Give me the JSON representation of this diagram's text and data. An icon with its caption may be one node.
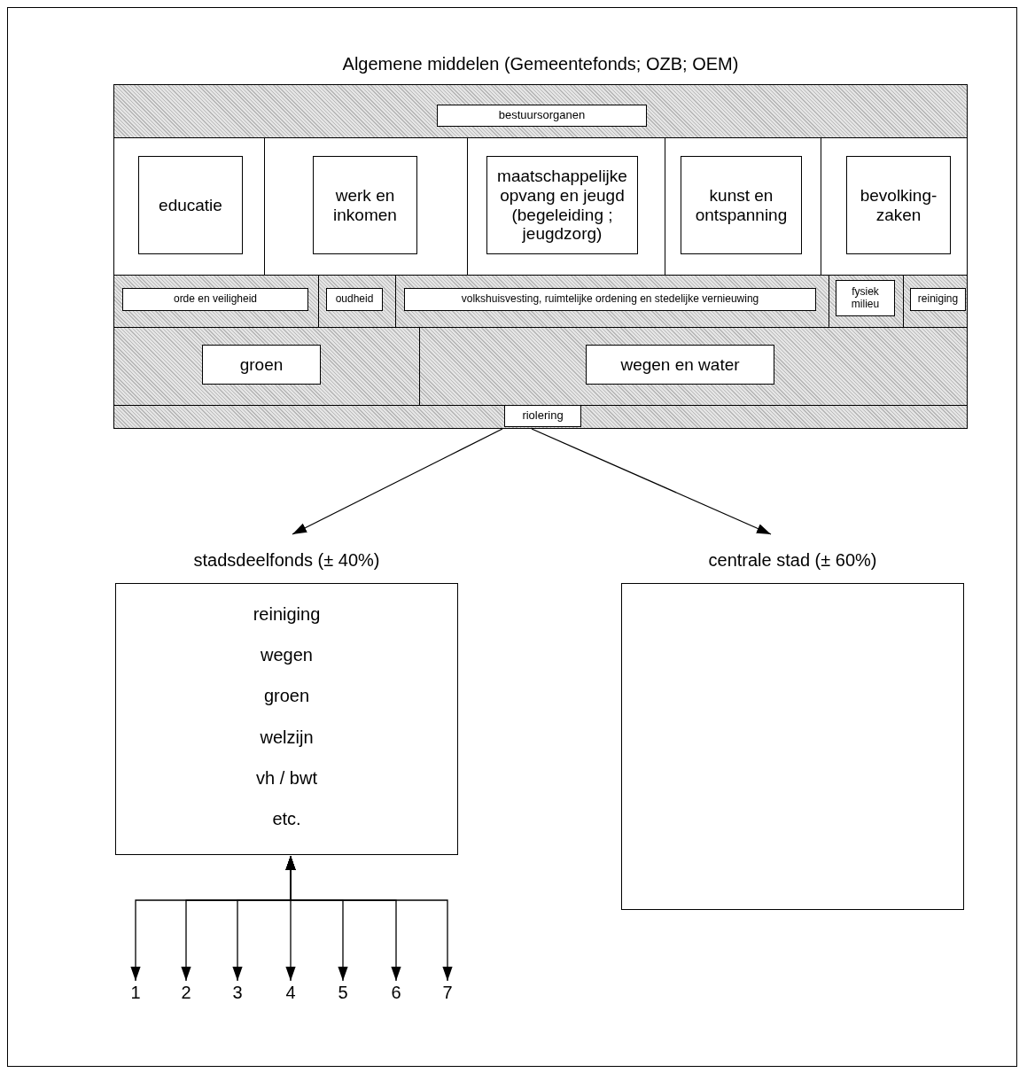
{
  "diagram": {
    "nodes": [
      {
        "text": [
          "Algemene middelen (Gemeentefonds; OZB; OEM)"
        ]
      },
      {
        "text": [
          "bestuursorganen"
        ],
        "in": 0
      },
      {
        "text": [
          "educatie"
        ],
        "in": 0
      },
      {
        "text": [
          "werk en inkomen"
        ],
        "in": 0
      },
      {
        "text": [
          "maatschappelijke opvang en jeugd (begeleiding ; jeugdzorg)"
        ],
        "in": 0
      },
      {
        "text": [
          "kunst en ontspanning"
        ],
        "in": 0
      },
      {
        "text": [
          "bevolking-zaken"
        ],
        "in": 0
      },
      {
        "text": [
          "orde en veiligheid"
        ],
        "in": 0
      },
      {
        "text": [
          "oudheid"
        ],
        "in": 0
      },
      {
        "text": [
          "volkshuisvesting, ruimtelijke ordening en stedelijke vernieuwing"
        ],
        "in": 0
      },
      {
        "text": [
          "fysiek milieu"
        ],
        "in": 0
      },
      {
        "text": [
          "reiniging"
        ],
        "in": 0
      },
      {
        "text": [
          "groen"
        ],
        "in": 0
      },
      {
        "text": [
          "wegen en water"
        ],
        "in": 0
      },
      {
        "text": [
          "riolering"
        ],
        "in": 0
      },
      {
        "text": [
          "stadsdeelfonds (± 40%)",
          "reiniging",
          "wegen",
          "groen",
          "welzijn",
          "vh / bwt",
          "etc."
        ]
      },
      {
        "text": [
          "centrale stad (± 60%)"
        ]
      },
      {
        "text": [
          "1"
        ]
      },
      {
        "text": [
          "2"
        ]
      },
      {
        "text": [
          "3"
        ]
      },
      {
        "text": [
          "4"
        ]
      },
      {
        "text": [
          "5"
        ]
      },
      {
        "text": [
          "6"
        ]
      },
      {
        "text": [
          "7"
        ]
      }
    ],
    "edges": [
      {
        "from": 0,
        "to": 15,
        "arrow": "to"
      },
      {
        "from": 0,
        "to": 16,
        "arrow": "to"
      },
      {
        "from": 15,
        "to": 17,
        "arrow": "both"
      },
      {
        "from": 15,
        "to": 18,
        "arrow": "both"
      },
      {
        "from": 15,
        "to": 19,
        "arrow": "both"
      },
      {
        "from": 15,
        "to": 20,
        "arrow": "both"
      },
      {
        "from": 15,
        "to": 21,
        "arrow": "both"
      },
      {
        "from": 15,
        "to": 22,
        "arrow": "both"
      },
      {
        "from": 15,
        "to": 23,
        "arrow": "both"
      }
    ]
  }
}
